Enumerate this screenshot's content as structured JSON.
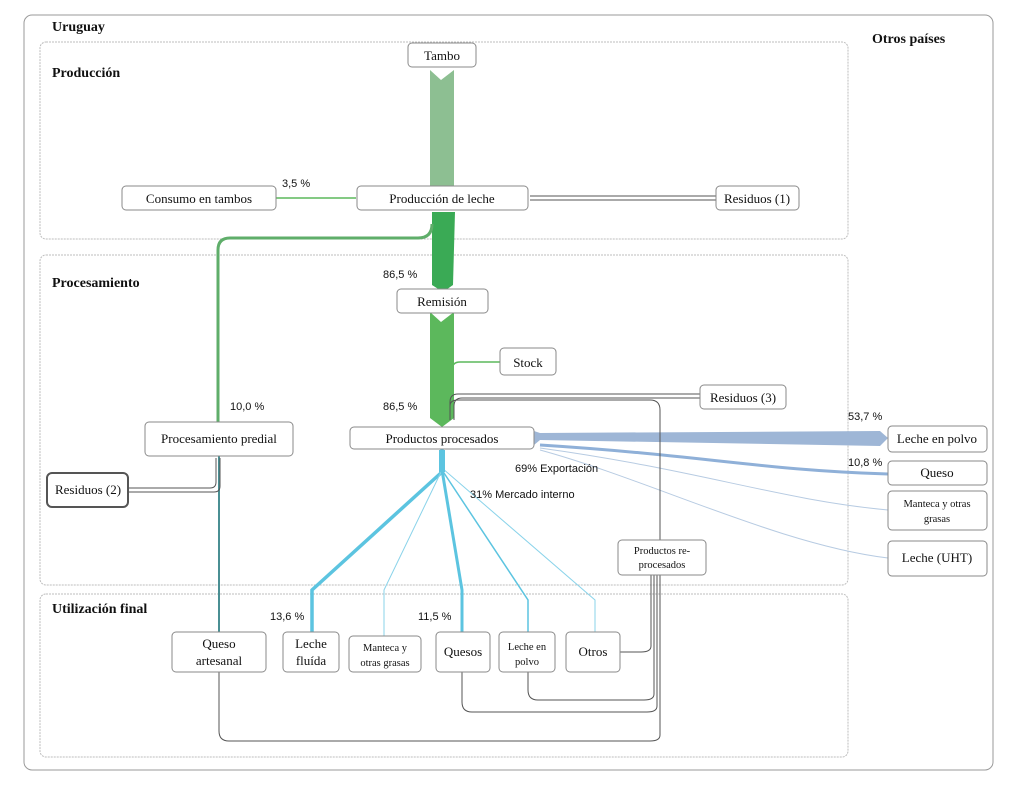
{
  "regions": {
    "uruguay": "Uruguay",
    "otros_paises": "Otros países",
    "produccion": "Producción",
    "procesamiento": "Procesamiento",
    "utilizacion_final": "Utilización final"
  },
  "nodes": {
    "tambo": "Tambo",
    "produccion_leche": "Producción de leche",
    "consumo_tambos": "Consumo en tambos",
    "residuos1": "Residuos (1)",
    "remision": "Remisión",
    "stock": "Stock",
    "residuos3": "Residuos (3)",
    "procesamiento_predial": "Procesamiento predial",
    "productos_procesados": "Productos procesados",
    "residuos2": "Residuos (2)",
    "productos_reprocesados": [
      "Productos re-",
      "procesados"
    ],
    "leche_polvo_exp": "Leche en polvo",
    "queso_exp": "Queso",
    "manteca_exp": [
      "Manteca y otras",
      "grasas"
    ],
    "leche_uht": "Leche (UHT)",
    "queso_artesanal": [
      "Queso",
      "artesanal"
    ],
    "leche_fluida": [
      "Leche",
      "fluída"
    ],
    "manteca_int": [
      "Manteca y",
      "otras grasas"
    ],
    "quesos": "Quesos",
    "leche_polvo_int": [
      "Leche en",
      "polvo"
    ],
    "otros": "Otros"
  },
  "labels": {
    "consumo_pct": "3,5 %",
    "remision_pct": "86,5 %",
    "predial_pct": "10,0 %",
    "procesados_pct": "86,5 %",
    "exportacion": "69% Exportación",
    "mercado_interno": "31% Mercado interno",
    "leche_polvo_pct": "53,7 %",
    "queso_pct": "10,8 %",
    "leche_fluida_pct": "13,6 %",
    "quesos_pct": "11,5 %"
  },
  "colors": {
    "tambo_flow": "#8dbf92",
    "produccion_flow": "#3aaa55",
    "remision_flow": "#5cb85c",
    "predial_flow": "#5fae6a",
    "export_flow": "#9eb6d6",
    "internal_flow": "#5cc4e0",
    "residue_line": "#555555",
    "box_border": "#8a8a8a"
  }
}
